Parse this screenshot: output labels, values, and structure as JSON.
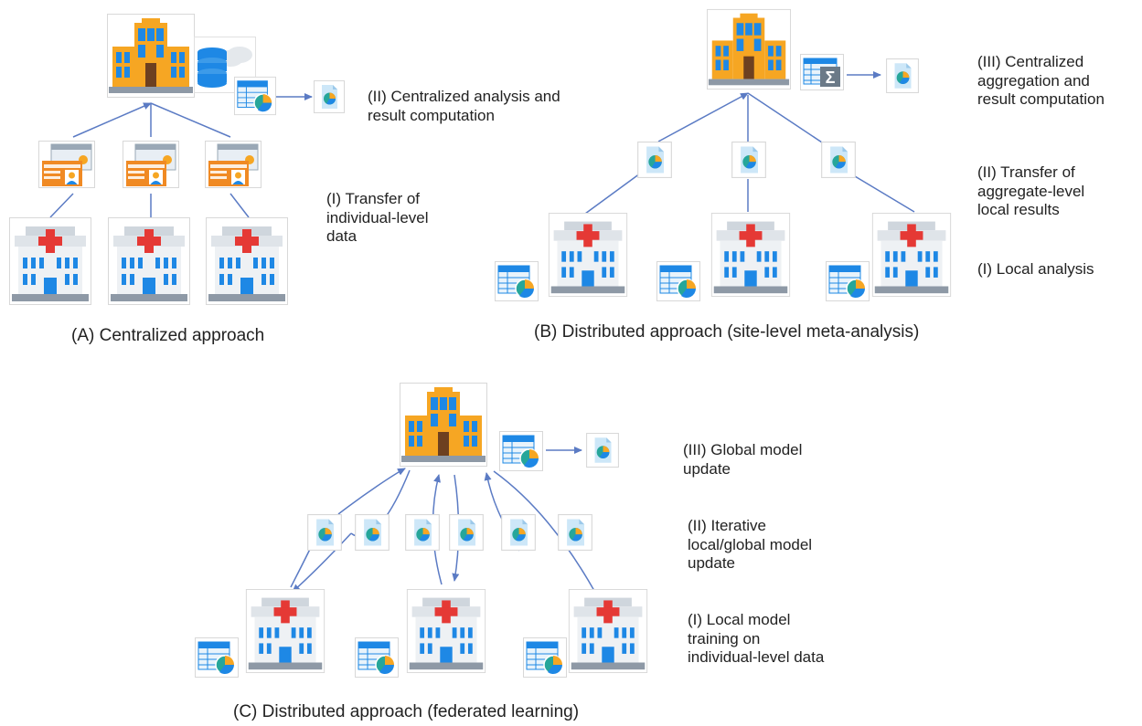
{
  "panel_a": {
    "caption": "(A) Centralized approach",
    "steps": [
      "(II) Centralized analysis and\nresult computation",
      "(I) Transfer of\nindividual-level\ndata"
    ]
  },
  "panel_b": {
    "caption": "(B) Distributed approach (site-level meta-analysis)",
    "steps": [
      "(III) Centralized\naggregation and\nresult computation",
      "(II) Transfer of\naggregate-level\nlocal results",
      "(I) Local analysis"
    ]
  },
  "panel_c": {
    "caption": "(C) Distributed approach (federated learning)",
    "steps": [
      "(III) Global model\nupdate",
      "(II) Iterative\nlocal/global model\nupdate",
      "(I) Local model\ntraining on\nindividual-level data"
    ]
  },
  "icons": {
    "central_server": "office-building-icon",
    "site": "hospital-icon",
    "record": "patient-record-icon",
    "result": "result-document-icon",
    "analysis": "spreadsheet-chart-icon",
    "aggregation": "sum-spreadsheet-icon",
    "storage": "cloud-database-icon"
  },
  "colors": {
    "connector": "#5b7bc4",
    "building": "#f6a623",
    "hospital_cross": "#e53935",
    "window_blue": "#1e88e5"
  }
}
